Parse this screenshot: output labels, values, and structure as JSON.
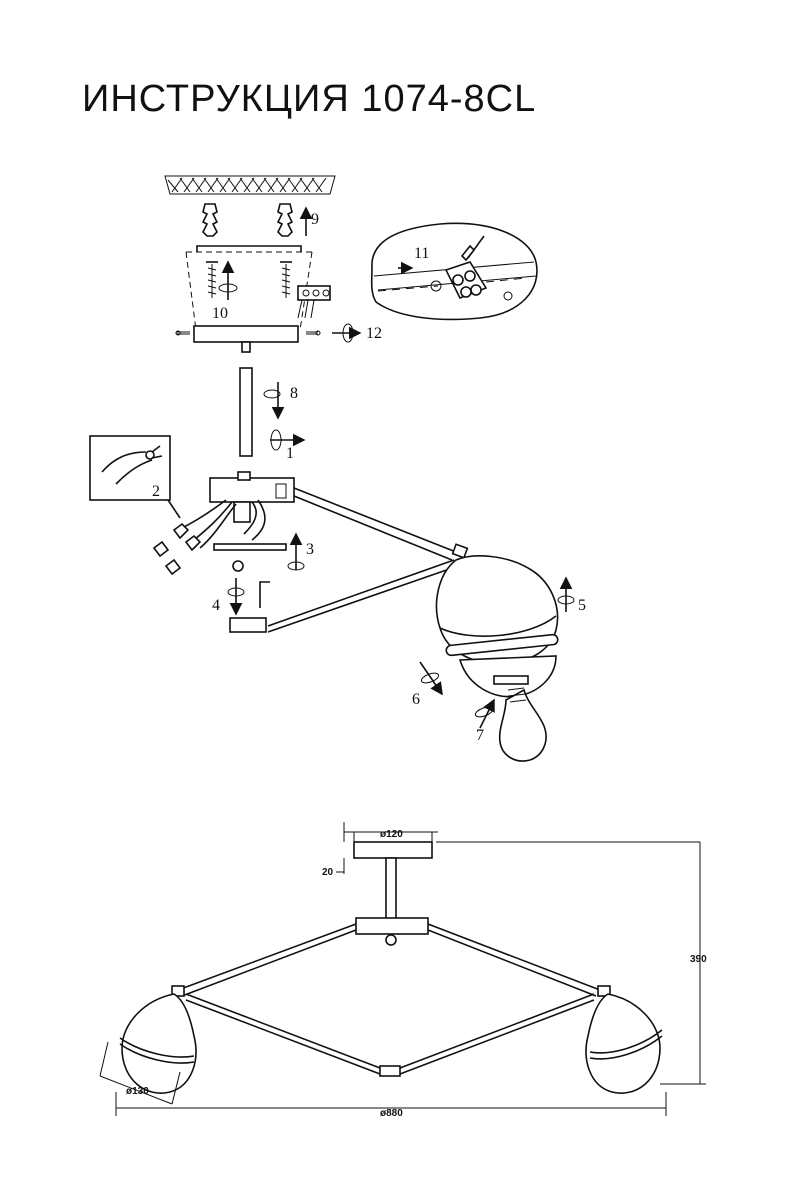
{
  "title": "ИНСТРУКЦИЯ 1074-8CL",
  "steps": [
    "1",
    "2",
    "3",
    "4",
    "5",
    "6",
    "7",
    "8",
    "9",
    "10",
    "11",
    "12"
  ],
  "dimensions": {
    "canopy_diameter": "ø120",
    "canopy_height": "20",
    "total_height": "390",
    "shade_diameter": "ø130",
    "total_width": "ø880"
  }
}
